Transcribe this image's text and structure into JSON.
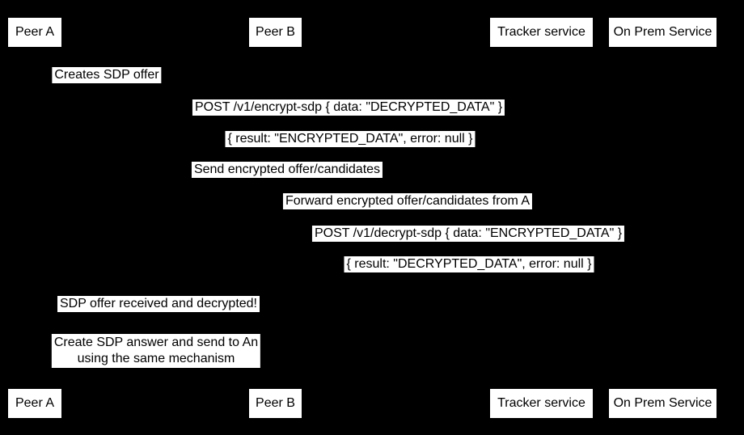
{
  "diagram": {
    "type": "sequence-diagram",
    "background_color": "#000000",
    "box_fill_color": "#ffffff",
    "box_text_color": "#000000"
  },
  "participants": [
    {
      "label": "Peer A"
    },
    {
      "label": "Peer B"
    },
    {
      "label": "Tracker service"
    },
    {
      "label": "On Prem Service"
    }
  ],
  "messages": [
    {
      "kind": "note",
      "text": "Creates SDP offer"
    },
    {
      "kind": "message",
      "from": "Peer A",
      "to": "On Prem Service",
      "text": "POST /v1/encrypt-sdp { data: \"DECRYPTED_DATA\" }"
    },
    {
      "kind": "message",
      "from": "On Prem Service",
      "to": "Peer A",
      "text": "{ result: \"ENCRYPTED_DATA\", error: null }"
    },
    {
      "kind": "message",
      "from": "Peer A",
      "to": "Tracker service",
      "text": "Send encrypted offer/candidates"
    },
    {
      "kind": "message",
      "from": "Tracker service",
      "to": "Peer B",
      "text": "Forward encrypted offer/candidates from A"
    },
    {
      "kind": "message",
      "from": "Peer B",
      "to": "On Prem Service",
      "text": "POST /v1/decrypt-sdp { data: \"ENCRYPTED_DATA\" }"
    },
    {
      "kind": "message",
      "from": "On Prem Service",
      "to": "Peer B",
      "text": "{ result: \"DECRYPTED_DATA\", error: null }"
    },
    {
      "kind": "note",
      "text": "SDP offer received and decrypted!"
    },
    {
      "kind": "note",
      "text": "Create SDP answer and send to An\nusing the same mechanism"
    }
  ]
}
